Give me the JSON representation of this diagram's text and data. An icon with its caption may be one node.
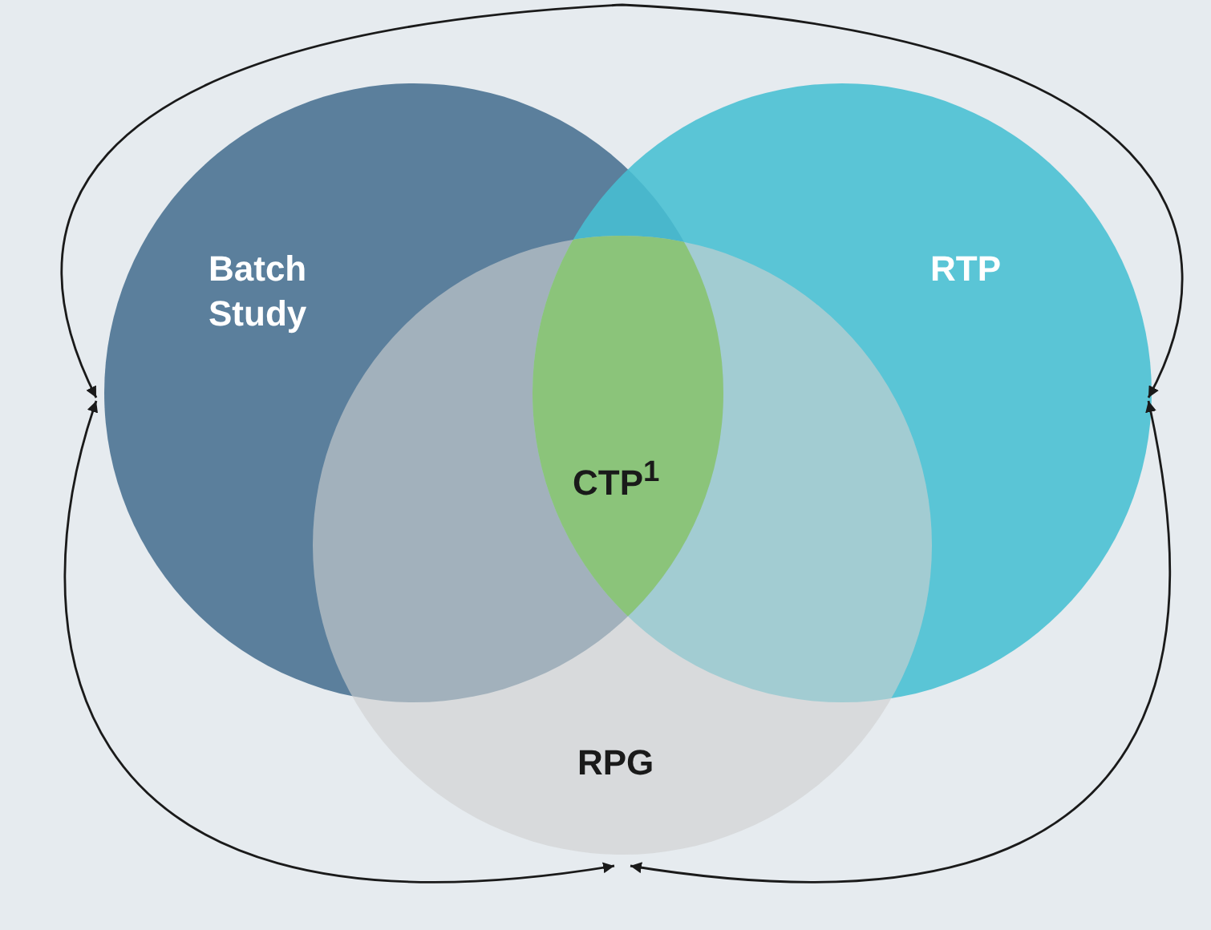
{
  "diagram": {
    "nodes": [
      {
        "text": [
          "Batch Study"
        ]
      },
      {
        "text": [
          "RTP"
        ]
      },
      {
        "text": [
          "RPG"
        ]
      },
      {
        "text": [
          "CTP$^{1}$"
        ]
      }
    ],
    "edges": [
      {
        "from": 0,
        "to": 1,
        "arrow": "both"
      },
      {
        "from": 0,
        "to": 2,
        "arrow": "both"
      },
      {
        "from": 2,
        "to": 1,
        "arrow": "both"
      }
    ]
  }
}
